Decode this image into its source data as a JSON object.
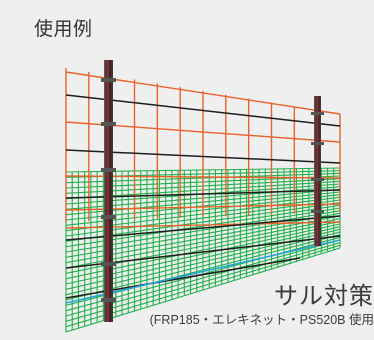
{
  "title": "使用例",
  "caption": {
    "main": "サル対策",
    "sub": "(FRP185・エレキネット・PS520B 使用"
  },
  "colors": {
    "background": "#efefef",
    "electric_wire": "#e8622a",
    "ground_wire": "#1d1d1d",
    "net": "#22b04a",
    "net_highlight": "#2aa3d8",
    "post": "#3a2a26",
    "post_accent": "#b0273a"
  }
}
